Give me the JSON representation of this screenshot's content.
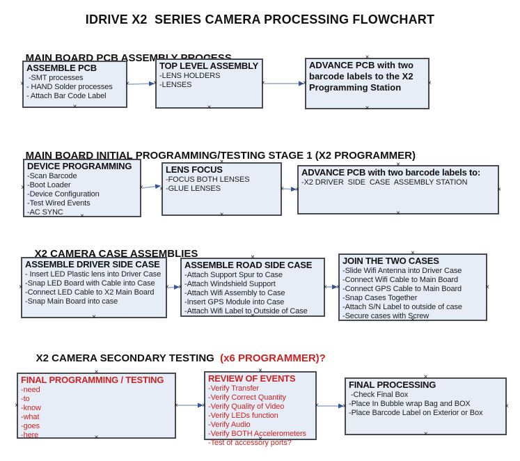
{
  "title": "IDRIVE X2  SERIES CAMERA PROCESSING FLOWCHART",
  "colors": {
    "box_fill": "#e7edf7",
    "box_border": "#4a4b50",
    "connector_line": "#93a8c8",
    "connector_arrow": "#35549a",
    "accent_red": "#cc2222",
    "text": "#111111",
    "background": "#ffffff"
  },
  "sections": [
    {
      "heading": "MAIN BOARD PCB ASSEMBLY PROCESS",
      "heading_red": ""
    },
    {
      "heading": "MAIN BOARD INITIAL PROGRAMMING/TESTING STAGE 1 (X2 PROGRAMMER)",
      "heading_red": ""
    },
    {
      "heading": "X2 CAMERA CASE ASSEMBLIES",
      "heading_red": ""
    },
    {
      "heading": "X2 CAMERA SECONDARY TESTING ",
      "heading_red": " (x6 PROGRAMMER)?"
    }
  ],
  "boxes": [
    {
      "title": "ASSEMBLE PCB",
      "items": [
        " -SMT processes",
        "- HAND Solder processes",
        "- Attach Bar Code Label"
      ]
    },
    {
      "title": "TOP LEVEL ASSEMBLY",
      "items": [
        "-LENS HOLDERS",
        "-LENSES"
      ]
    },
    {
      "title": "ADVANCE PCB with two barcode labels to the X2 Programming Station",
      "items": []
    },
    {
      "title": "DEVICE PROGRAMMING",
      "items": [
        "-Scan Barcode",
        "-Boot Loader",
        "-Device Configuration",
        "-Test Wired Events",
        "-AC SYNC"
      ]
    },
    {
      "title": "LENS FOCUS",
      "items": [
        "-FOCUS BOTH LENSES",
        "-GLUE LENSES"
      ]
    },
    {
      "title": "ADVANCE PCB with two barcode labels to:",
      "items": [
        "-X2 DRIVER  SIDE  CASE  ASSEMBLY STATION"
      ]
    },
    {
      "title": "ASSEMBLE DRIVER SIDE CASE",
      "items": [
        "- Insert LED Plastic lens into Driver Case",
        "-Snap LED Board with Cable into Case",
        "-Connect LED Cable to X2 Main Board",
        "-Snap Main Board into case"
      ]
    },
    {
      "title": "ASSEMBLE ROAD SIDE CASE",
      "items": [
        "-Attach Support Spur to Case",
        "-Attach Windshield Support",
        "-Attach Wifi Assembly to Case",
        "-Insert GPS Module into Case",
        "-Attach Wifi Label to Outside of Case"
      ]
    },
    {
      "title": "JOIN THE TWO CASES",
      "items": [
        "-Slide Wifi Antenna into Driver Case",
        "-Connect Wifi Cable to Main Board",
        "-Connect GPS Cable to Main Board",
        "-Snap Cases Together",
        "-Attach S/N Label to outside of case",
        "-Secure cases with Screw"
      ]
    },
    {
      "title": "FINAL PROGRAMMING / TESTING",
      "items": [
        "-need",
        "-to",
        "-know",
        "-what",
        "-goes",
        "-here"
      ]
    },
    {
      "title": "REVIEW OF EVENTS",
      "items": [
        "-Verify Transfer",
        "-Verify Correct Quantity",
        "-Verify Quality of Video",
        "-Verify LEDs function",
        "-Verify Audio",
        "-Verify BOTH Accelerometers",
        "-Test of accessory ports?"
      ]
    },
    {
      "title": "FINAL PROCESSING",
      "items": [
        " -Check Final Box",
        "-Place In Bubble wrap Bag and BOX",
        "-Place Barcode Label on Exterior or Box"
      ]
    }
  ]
}
